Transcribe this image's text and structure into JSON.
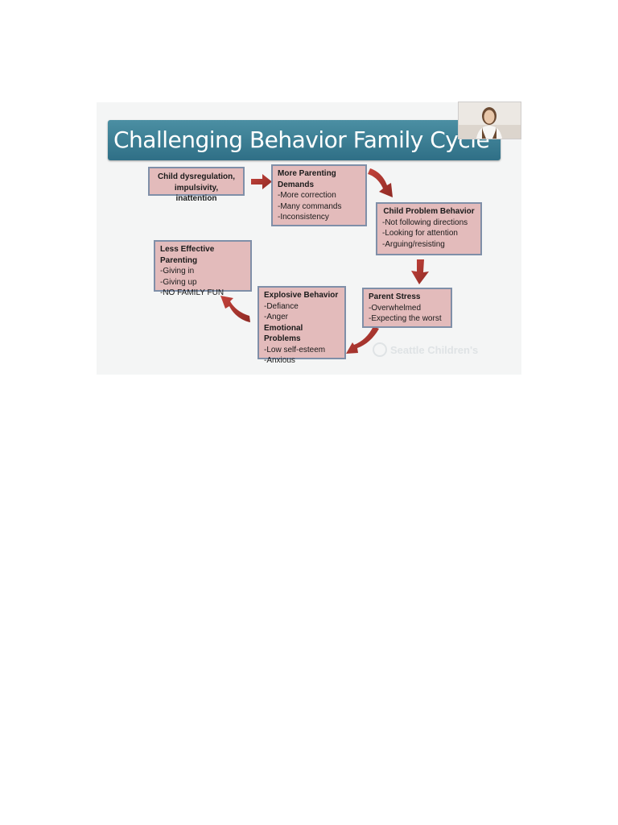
{
  "slide": {
    "title": "Challenging Behavior Family Cycle",
    "watermark": "Seattle Children's"
  },
  "boxes": {
    "child_dysregulation": {
      "text": "Child dysregulation, impulsivity, inattention"
    },
    "more_parenting": {
      "heading": "More Parenting Demands",
      "items": [
        "-More correction",
        "-Many commands",
        "-Inconsistency"
      ]
    },
    "child_problem": {
      "heading": "Child Problem Behavior",
      "items": [
        "-Not following directions",
        "-Looking for attention",
        "-Arguing/resisting"
      ]
    },
    "parent_stress": {
      "heading": "Parent Stress",
      "items": [
        "-Overwhelmed",
        "-Expecting the worst"
      ]
    },
    "explosive": {
      "heading": "Explosive Behavior",
      "items": [
        "-Defiance",
        "-Anger"
      ],
      "heading2": "Emotional Problems",
      "items2": [
        "-Low self-esteem",
        "-Anxious"
      ]
    },
    "less_effective": {
      "heading": "Less Effective Parenting",
      "items": [
        "-Giving in",
        "-Giving up",
        "-NO FAMILY FUN"
      ]
    }
  },
  "colors": {
    "banner": "#3a7f95",
    "box_fill": "#e3bbbb",
    "box_border": "#7f8fa8",
    "arrow": "#b0362f"
  },
  "icons": {
    "arrows": "curved-red-arrow",
    "watermark": "seattle-childrens-logo-icon",
    "webcam": "presenter-webcam-thumbnail"
  }
}
